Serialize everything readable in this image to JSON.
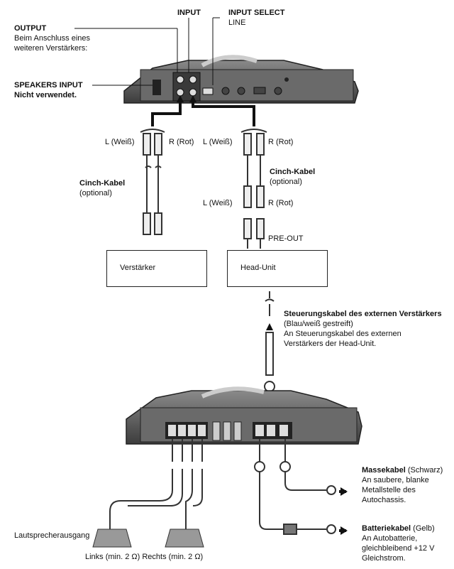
{
  "labels": {
    "output_title": "OUTPUT",
    "output_desc1": "Beim Anschluss eines",
    "output_desc2": "weiteren Verstärkers:",
    "input": "INPUT",
    "input_select": "INPUT SELECT",
    "line": "LINE",
    "speakers_input": "SPEAKERS INPUT",
    "speakers_input_note": "Nicht verwendet.",
    "left_white_1": "L (Weiß)",
    "right_red_1": "R (Rot)",
    "left_white_2": "L (Weiß)",
    "right_red_2": "R (Rot)",
    "cinch_1": "Cinch-Kabel",
    "cinch_1_opt": "(optional)",
    "cinch_2": "Cinch-Kabel",
    "cinch_2_opt": "(optional)",
    "left_white_3": "L (Weiß)",
    "right_red_3": "R (Rot)",
    "pre_out": "PRE-OUT",
    "verstaerker": "Verstärker",
    "head_unit": "Head-Unit",
    "control_title": "Steuerungskabel des externen Verstärkers",
    "control_1": "(Blau/weiß gestreift)",
    "control_2": "An Steuerungskabel des externen",
    "control_3": "Verstärkers der Head-Unit.",
    "masse_title": "Massekabel",
    "masse_color": "(Schwarz)",
    "masse_1": "An saubere, blanke",
    "masse_2": "Metallstelle des",
    "masse_3": "Autochassis.",
    "batt_title": "Batteriekabel",
    "batt_color": "(Gelb)",
    "batt_1": "An Autobatterie,",
    "batt_2": "gleichbleibend +12 V",
    "batt_3": "Gleichstrom.",
    "speaker_out": "Lautsprecherausgang",
    "speaker_lr": "Links (min. 2 Ω) Rechts (min. 2 Ω)"
  },
  "colors": {
    "amp_body": "#5a5a5a",
    "amp_dark": "#2b2b2b",
    "amp_light": "#8c8c8c",
    "cable": "#555555"
  }
}
